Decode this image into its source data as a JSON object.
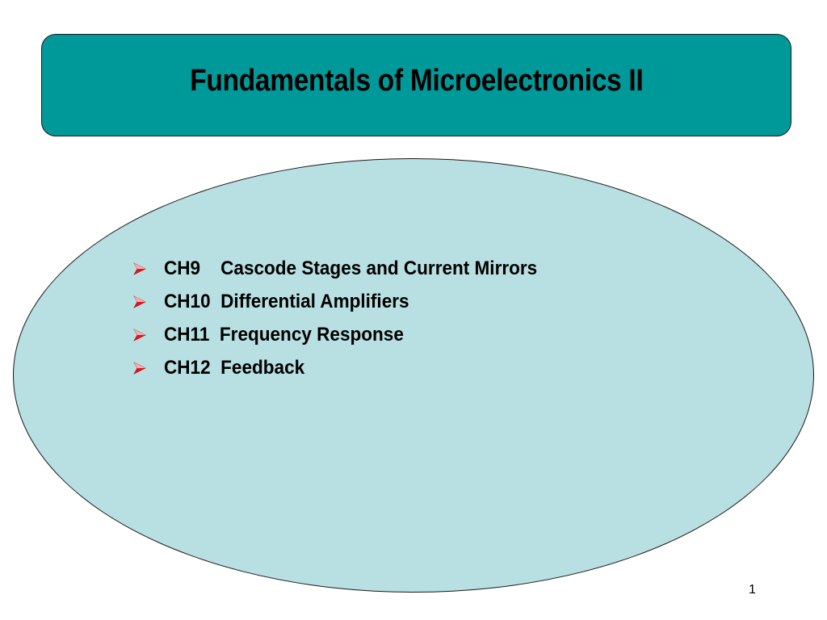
{
  "slide": {
    "title": "Fundamentals of Microelectronics II",
    "page_number": "1",
    "colors": {
      "title_fill": "#009999",
      "ellipse_fill": "#b8dfe2",
      "bullet_arrow": "#e8121a",
      "outline": "#1a1a1a"
    }
  },
  "bullets": [
    {
      "icon": "red-arrowhead-icon",
      "chapter": "CH9",
      "topic": "Cascode Stages and Current Mirrors",
      "text": "CH9    Cascode Stages and Current Mirrors"
    },
    {
      "icon": "red-arrowhead-icon",
      "chapter": "CH10",
      "topic": "Differential Amplifiers",
      "text": "CH10  Differential Amplifiers"
    },
    {
      "icon": "red-arrowhead-icon",
      "chapter": "CH11",
      "topic": "Frequency Response",
      "text": "CH11  Frequency Response"
    },
    {
      "icon": "red-arrowhead-icon",
      "chapter": "CH12",
      "topic": "Feedback",
      "text": "CH12  Feedback"
    }
  ]
}
